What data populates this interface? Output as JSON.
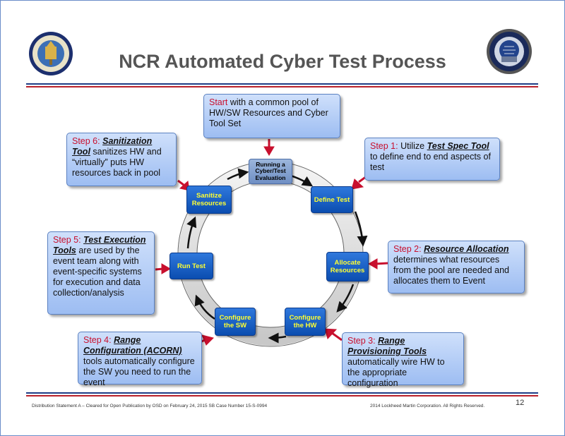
{
  "title": "NCR Automated Cyber Test Process",
  "logos": {
    "left": "test-resource-management-center-seal",
    "right": "national-cyber-range-seal"
  },
  "steps": {
    "start": {
      "lead": "Start",
      "text": " with a common pool of HW/SW Resources and Cyber Tool Set"
    },
    "step1": {
      "lead": "Step 1:",
      "pre": " Utilize ",
      "tool": "Test Spec Tool",
      "text": " to define end to end aspects of test"
    },
    "step2": {
      "lead": "Step 2:",
      "tool": "Resource Allocation",
      "text": " determines what resources from the pool are needed and allocates them to Event"
    },
    "step3": {
      "lead": "Step 3:",
      "tool": "Range Provisioning Tools",
      "text": " automatically wire HW to the appropriate configuration"
    },
    "step4": {
      "lead": "Step 4:",
      "tool": "Range Configuration (ACORN)",
      "text": " tools automatically configure the SW you need to run the event"
    },
    "step5": {
      "lead": "Step 5:",
      "tool": "Test Execution Tools",
      "text": " are used by the event team along with event-specific systems for execution and data collection/analysis"
    },
    "step6": {
      "lead": "Step 6:",
      "tool": "Sanitization Tool",
      "text": " sanitizes HW and “virtually” puts HW resources back in pool"
    }
  },
  "cycle": {
    "center": "Running a Cyber/Test Evaluation",
    "define": "Define Test",
    "allocate": "Allocate Resources",
    "configure_hw": "Configure the HW",
    "configure_sw": "Configure the SW",
    "run": "Run Test",
    "sanitize": "Sanitize Resources"
  },
  "footer": {
    "left": "Distribution Statement A – Cleared for Open Publication by OSD on February 24, 2015 SB Case Number 15-S-0994",
    "right": "2014 Lockheed Martin Corporation. All Rights Reserved.",
    "page": "12"
  },
  "colors": {
    "accent_red": "#c8102e",
    "node_blue": "#1a5fc8",
    "node_text": "#ffff33",
    "box_fill": "#b7cff7",
    "rule_blue": "#1f3d86",
    "rule_red": "#b8202a"
  }
}
